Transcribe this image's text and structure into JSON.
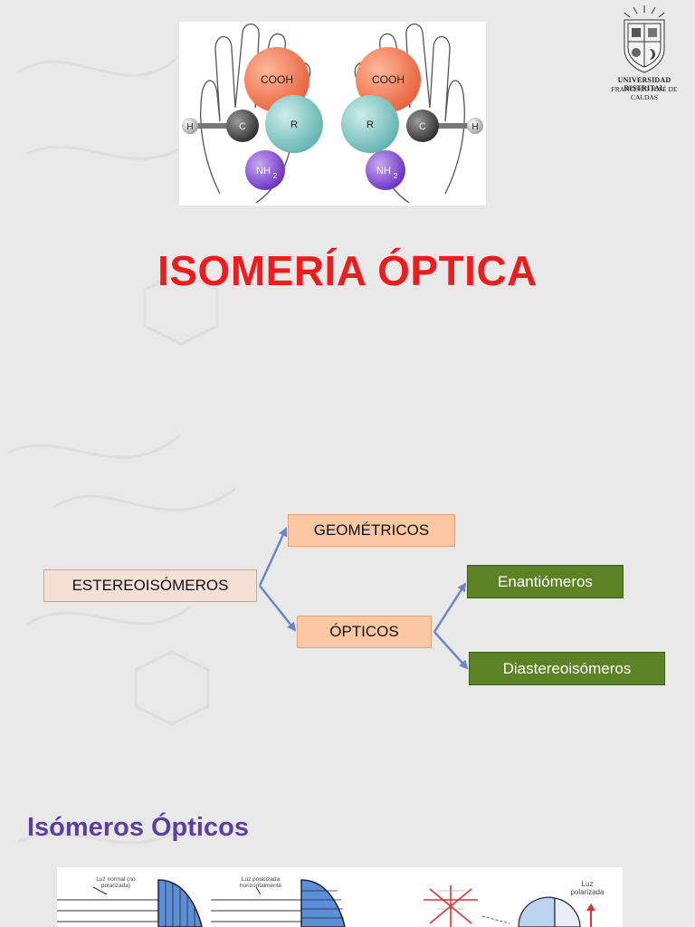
{
  "logo": {
    "line1": "UNIVERSIDAD DISTRITAL",
    "line2": "FRANCISCO JOSÉ DE CALDAS"
  },
  "molecules": {
    "left": {
      "top": "COOH",
      "center": "C",
      "right": "R",
      "bottom": "NH",
      "subscript": "2",
      "side": "H"
    },
    "right": {
      "top": "COOH",
      "center": "C",
      "left": "R",
      "bottom": "NH",
      "subscript": "2",
      "side": "H"
    }
  },
  "title": "ISOMERÍA ÓPTICA",
  "diagram": {
    "root": "ESTEREOISÓMEROS",
    "geometricos": "GEOMÉTRICOS",
    "opticos": "ÓPTICOS",
    "enantiomeros": "Enantiómeros",
    "diastereoisomeros": "Diastereoisómeros"
  },
  "section_title": "Isómeros Ópticos",
  "light_diagram": {
    "label_normal": "Luz normal (no polarizada)",
    "label_polarized_h": "Luz polarizada horizontalmente",
    "label_polarized": "Luz polarizada"
  },
  "colors": {
    "title": "#ee1c1c",
    "section_title": "#5a3fa0",
    "peach_box": "#fbc8a3",
    "green_box": "#5b8325",
    "arrow": "#6a86c8"
  }
}
